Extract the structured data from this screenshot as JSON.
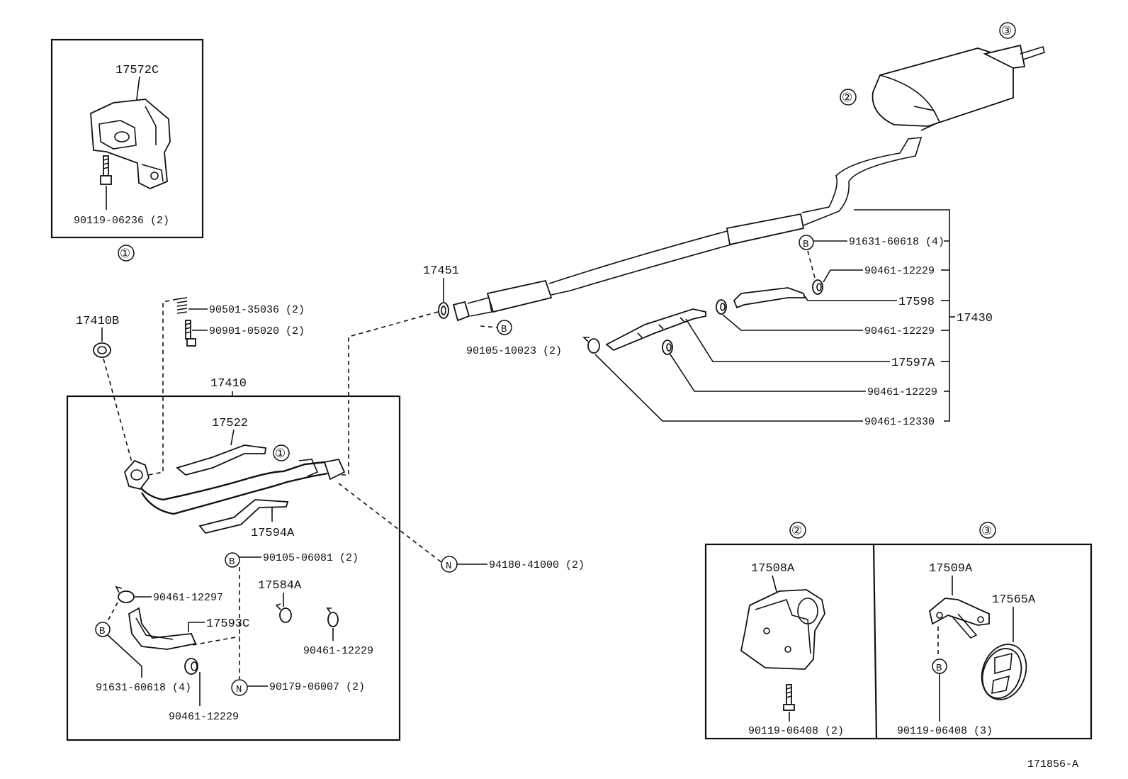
{
  "diagram_id": "171856-A",
  "callout_markers": {
    "one": "①",
    "two": "②",
    "three": "③",
    "b": "B",
    "n": "N"
  },
  "inset_1": {
    "part": "17572C",
    "bolt": "90119-06236 (2)"
  },
  "inset_2": {
    "part": "17508A",
    "bolt": "90119-06408 (2)"
  },
  "inset_3": {
    "part_a": "17509A",
    "part_b": "17565A",
    "bolt": "90119-06408 (3)"
  },
  "front_pipe": {
    "assembly": "17410",
    "gasket": "17410B",
    "spring": "90501-35036 (2)",
    "bolt": "90901-05020 (2)",
    "heat_insulator_upper": "17522",
    "heat_insulator_lower": "17594A",
    "bolt_b": "90105-06081 (2)",
    "nut_n": "94180-41000 (2)",
    "clamp_1": "90461-12297",
    "heat_insulator_bracket": "17593C",
    "clamp_2": "17584A",
    "clamp_3": "90461-12229",
    "bolt_b2": "91631-60618 (4)",
    "clamp_4": "90461-12229",
    "nut_n2": "90179-06007 (2)"
  },
  "tailpipe": {
    "gasket": "17451",
    "bolt_b": "90105-10023 (2)",
    "assembly": "17430",
    "bolt_b2": "91631-60618 (4)",
    "clamp_1": "90461-12229",
    "insulator_1": "17598",
    "clamp_2": "90461-12229",
    "insulator_2": "17597A",
    "clamp_3": "90461-12229",
    "clamp_4": "90461-12330"
  }
}
